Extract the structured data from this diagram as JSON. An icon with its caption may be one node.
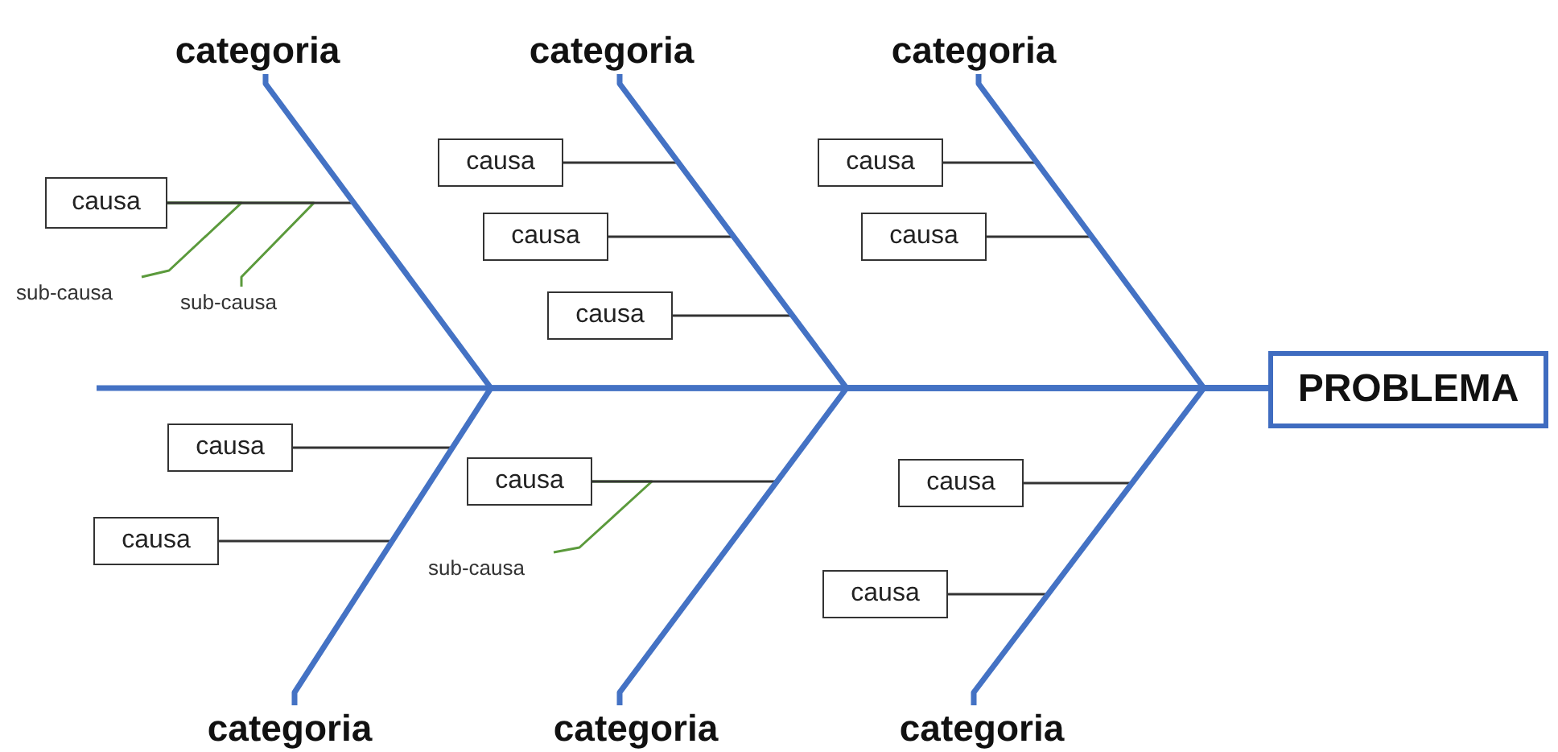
{
  "diagram": {
    "nodes": [
      {
        "text": [
          "categoria"
        ]
      },
      {
        "text": [
          "categoria"
        ]
      },
      {
        "text": [
          "categoria"
        ]
      },
      {
        "text": [
          "causa"
        ]
      },
      {
        "text": [
          "causa"
        ]
      },
      {
        "text": [
          "causa"
        ]
      },
      {
        "text": [
          "causa"
        ]
      },
      {
        "text": [
          "causa"
        ]
      },
      {
        "text": [
          "sub-causa"
        ]
      },
      {
        "text": [
          "sub-causa"
        ]
      },
      {
        "text": [
          "causa"
        ]
      },
      {
        "text": [
          "PROBLEMA"
        ]
      },
      {
        "text": [
          "causa"
        ]
      },
      {
        "text": [
          "causa"
        ]
      },
      {
        "text": [
          "causa"
        ]
      },
      {
        "text": [
          "causa"
        ]
      },
      {
        "text": [
          "sub-causa"
        ]
      },
      {
        "text": [
          "causa"
        ]
      },
      {
        "text": [
          "categoria"
        ]
      },
      {
        "text": [
          "categoria"
        ]
      },
      {
        "text": [
          "categoria"
        ]
      }
    ],
    "edges": [
      {
        "from": null,
        "to": 11,
        "arrow": "none",
        "style": "thick",
        "color": "#4472c4"
      },
      {
        "from": 0,
        "to": 11,
        "arrow": "none",
        "style": "thick",
        "color": "#4472c4"
      },
      {
        "from": 1,
        "to": 11,
        "arrow": "none",
        "style": "thick",
        "color": "#4472c4"
      },
      {
        "from": 2,
        "to": 11,
        "arrow": "none",
        "style": "thick",
        "color": "#4472c4"
      },
      {
        "from": 18,
        "to": 11,
        "arrow": "none",
        "style": "thick",
        "color": "#4472c4"
      },
      {
        "from": 19,
        "to": 11,
        "arrow": "none",
        "style": "thick",
        "color": "#4472c4"
      },
      {
        "from": 20,
        "to": 11,
        "arrow": "none",
        "style": "thick",
        "color": "#4472c4"
      },
      {
        "from": 3,
        "to": 0,
        "arrow": "none"
      },
      {
        "from": 4,
        "to": 1,
        "arrow": "none"
      },
      {
        "from": 6,
        "to": 1,
        "arrow": "none"
      },
      {
        "from": 10,
        "to": 1,
        "arrow": "none"
      },
      {
        "from": 5,
        "to": 2,
        "arrow": "none"
      },
      {
        "from": 7,
        "to": 2,
        "arrow": "none"
      },
      {
        "from": 12,
        "to": 18,
        "arrow": "none"
      },
      {
        "from": 15,
        "to": 18,
        "arrow": "none"
      },
      {
        "from": 13,
        "to": 19,
        "arrow": "none"
      },
      {
        "from": 14,
        "to": 20,
        "arrow": "none"
      },
      {
        "from": 17,
        "to": 20,
        "arrow": "none"
      },
      {
        "from": 8,
        "to": 3,
        "arrow": "none",
        "color": "#5b9a3c"
      },
      {
        "from": 9,
        "to": 3,
        "arrow": "none",
        "color": "#5b9a3c"
      },
      {
        "from": 16,
        "to": 13,
        "arrow": "none",
        "color": "#5b9a3c"
      }
    ]
  }
}
